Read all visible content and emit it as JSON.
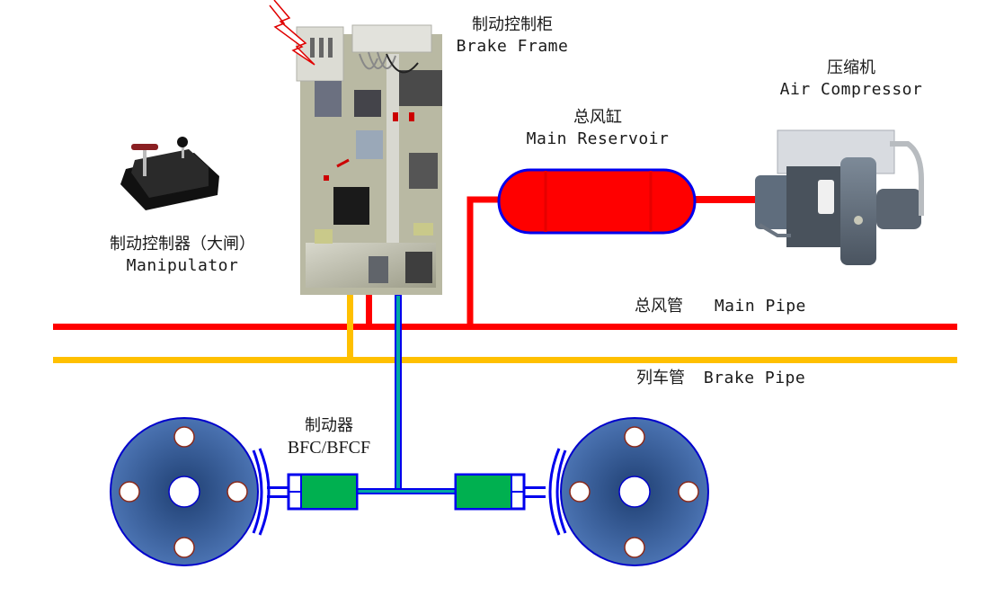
{
  "title": "Brake system schematic",
  "components": {
    "brake_frame": {
      "zh": "制动控制柜",
      "en": "Brake Frame"
    },
    "air_compressor": {
      "zh": "压缩机",
      "en": "Air Compressor"
    },
    "main_reservoir": {
      "zh": "总风缸",
      "en": "Main Reservoir"
    },
    "manipulator": {
      "zh": "制动控制器（大闸）",
      "en": "Manipulator"
    },
    "brake_cylinder": {
      "zh": "制动器",
      "en": "BFC/BFCF"
    }
  },
  "pipes": {
    "main_pipe": {
      "zh": "总风管",
      "en": "Main Pipe",
      "color": "#ff0000"
    },
    "brake_pipe": {
      "zh": "列车管",
      "en": "Brake Pipe",
      "color": "#ffc000"
    },
    "cylinder_pipe": {
      "color": "#00a9a0",
      "outline": "#0000ee"
    }
  },
  "colors": {
    "wheel": "#3a5f9a",
    "wheel_outline": "#0000cc",
    "bolt_outline": "#8b2a1a",
    "cylinder_fill": "#00b050",
    "shoe": "#0000ee",
    "reservoir_fill": "#ff0000",
    "reservoir_outline": "#0000ee"
  }
}
